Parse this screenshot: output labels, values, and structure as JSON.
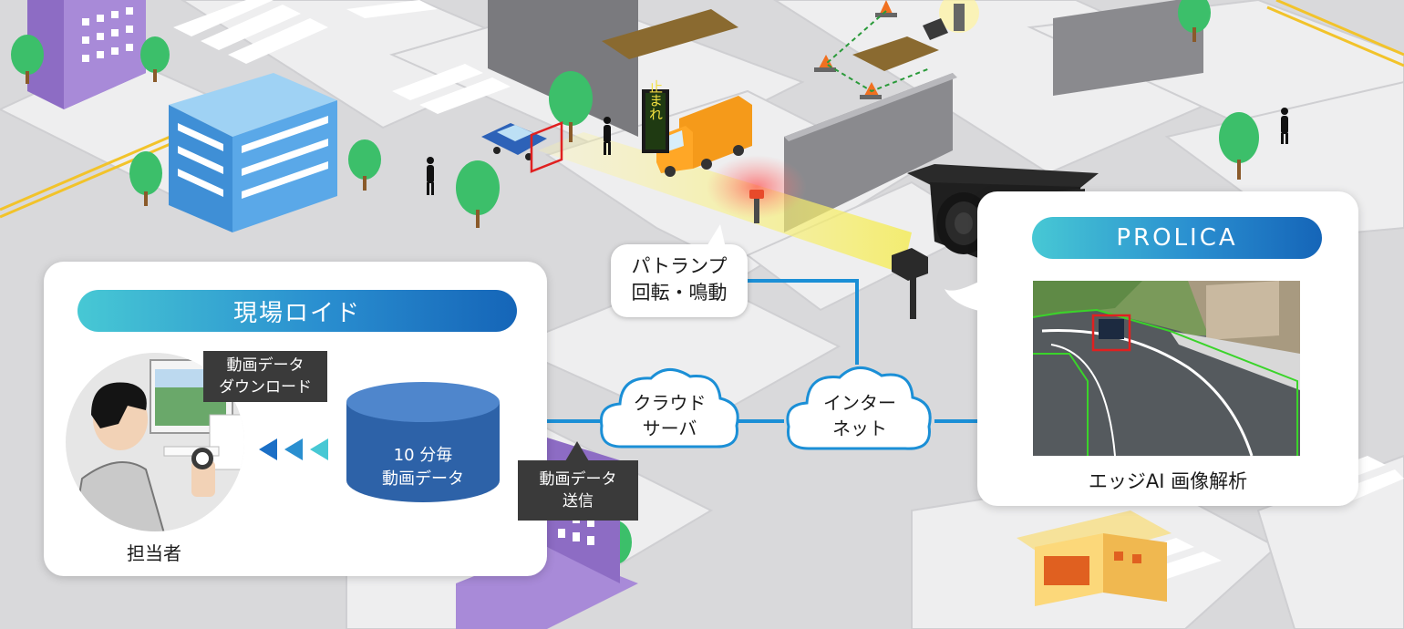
{
  "theme": {
    "accent_start": "#47c8d4",
    "accent_end": "#1565b8",
    "database_blue": "#2d62a8",
    "network_line": "#1b8fd6",
    "label_dark": "#3a3a3a",
    "detection_red": "#e02020",
    "road_edge_green": "#3ad42a"
  },
  "sign": {
    "text": "止まれ"
  },
  "patrol_lamp_bubble": {
    "line1": "パトランプ",
    "line2": "回転・鳴動"
  },
  "genba_panel": {
    "title": "現場ロイド",
    "download_label_line1": "動画データ",
    "download_label_line2": "ダウンロード",
    "database_line1": "10 分毎",
    "database_line2": "動画データ",
    "operator_label": "担当者",
    "send_label_line1": "動画データ",
    "send_label_line2": "送信"
  },
  "cloud_server": {
    "line1": "クラウド",
    "line2": "サーバ"
  },
  "internet_cloud": {
    "line1": "インター",
    "line2": "ネット"
  },
  "prolica_panel": {
    "title": "PROLICA",
    "caption": "エッジAI 画像解析"
  },
  "icons": {
    "camera": "surveillance-camera-icon",
    "operator": "operator-person-icon",
    "database": "database-cylinder-icon",
    "arrows": "left-arrows-icon",
    "cloud": "cloud-icon"
  }
}
